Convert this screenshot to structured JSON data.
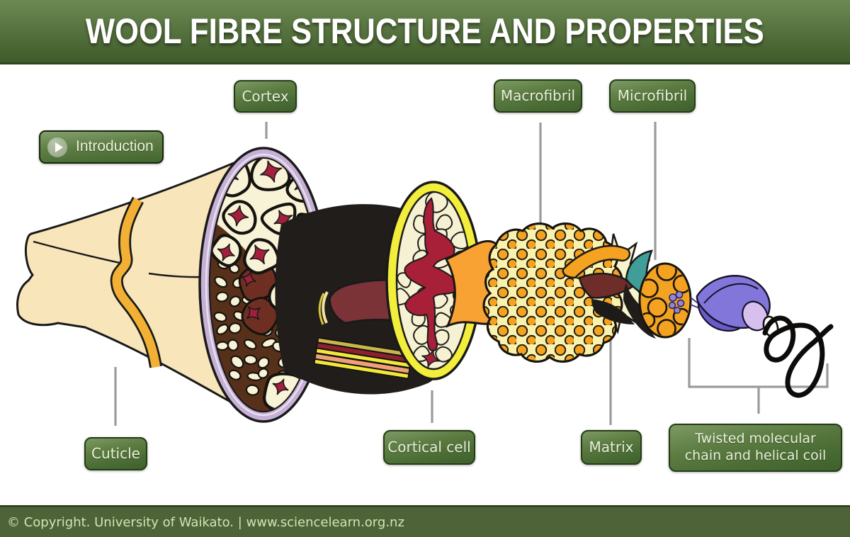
{
  "header": {
    "title": "WOOL FIBRE STRUCTURE AND PROPERTIES"
  },
  "intro_button": {
    "label": "Introduction",
    "icon": "play-icon"
  },
  "labels": {
    "cortex": "Cortex",
    "macrofibril": "Macrofibril",
    "microfibril": "Microfibril",
    "cuticle": "Cuticle",
    "cortical_cell": "Cortical cell",
    "matrix": "Matrix",
    "twisted_chain": "Twisted molecular chain and helical coil"
  },
  "footer": {
    "copyright": "© Copyright. University of Waikato. | www.sciencelearn.org.nz"
  },
  "colors": {
    "header_green_top": "#6d8953",
    "header_green_bottom": "#3f5b2a",
    "label_green": "#557539",
    "label_text": "#e7f1d8",
    "footer_green": "#4e6438",
    "footer_text": "#d3e3b4",
    "cuticle_cream": "#f8e6ba",
    "scale_gold": "#f2b135",
    "cortex_rim_lavender": "#c6b0d5",
    "cell_cream": "#f8f3d6",
    "star_crimson": "#a51f3c",
    "cortex_brown": "#57301a",
    "maroon_cell": "#6e2f22",
    "funnel_black": "#201d1a",
    "cortical_rim_yellow": "#f2ee3b",
    "dendrite_crimson": "#a81f38",
    "macrofibril_orange": "#f4a21f",
    "macrofibril_bg": "#f9f2ae",
    "matrix_cream": "#f8f4cc",
    "microfibril_teal": "#3f9e97",
    "chain_purple": "#8376da",
    "chain_lavender": "#d8c0ee",
    "leader_gray": "#9b9b9b"
  }
}
